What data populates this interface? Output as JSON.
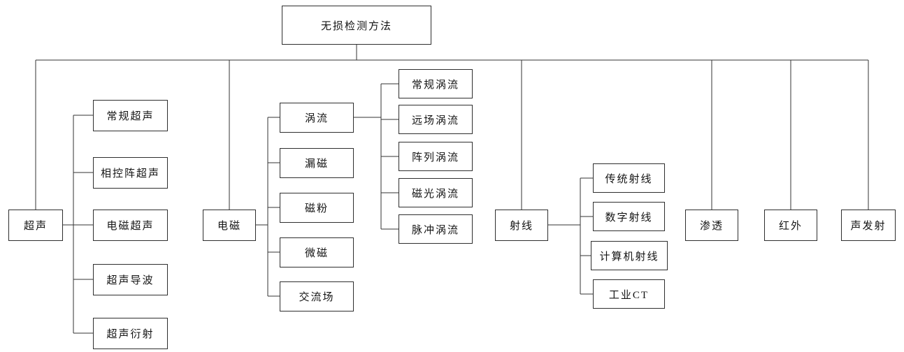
{
  "diagram": {
    "root": "无损检测方法",
    "branches": {
      "ultrasonic": {
        "label": "超声",
        "children": [
          "常规超声",
          "相控阵超声",
          "电磁超声",
          "超声导波",
          "超声衍射"
        ]
      },
      "electromagnetic": {
        "label": "电磁",
        "children": [
          "涡流",
          "漏磁",
          "磁粉",
          "微磁",
          "交流场"
        ],
        "eddy_children": [
          "常规涡流",
          "远场涡流",
          "阵列涡流",
          "磁光涡流",
          "脉冲涡流"
        ]
      },
      "radiography": {
        "label": "射线",
        "children": [
          "传统射线",
          "数字射线",
          "计算机射线",
          "工业CT"
        ]
      },
      "penetrant": {
        "label": "渗透"
      },
      "infrared": {
        "label": "红外"
      },
      "acoustic": {
        "label": "声发射"
      }
    },
    "colors": {
      "line": "#333333",
      "border": "#2e2e2e",
      "text": "#141414",
      "background": "#ffffff"
    }
  }
}
